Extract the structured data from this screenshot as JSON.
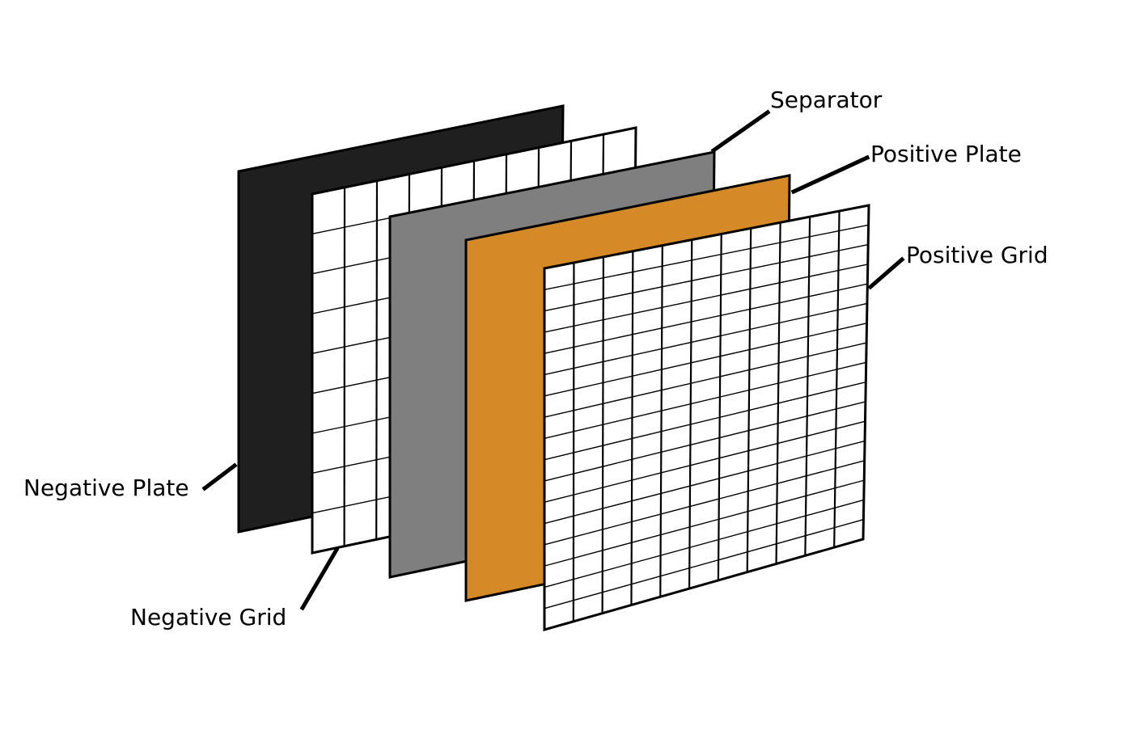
{
  "labels": {
    "negative_plate": "Negative Plate",
    "negative_grid": "Negative Grid",
    "separator": "Separator",
    "positive_plate": "Positive Plate",
    "positive_grid": "Positive Grid"
  },
  "colors": {
    "negative_plate": "#1f1f1f",
    "negative_grid": "#ffffff",
    "separator": "#7f7f7f",
    "positive_plate": "#d68a27",
    "positive_grid": "#ffffff",
    "outline": "#000000"
  }
}
